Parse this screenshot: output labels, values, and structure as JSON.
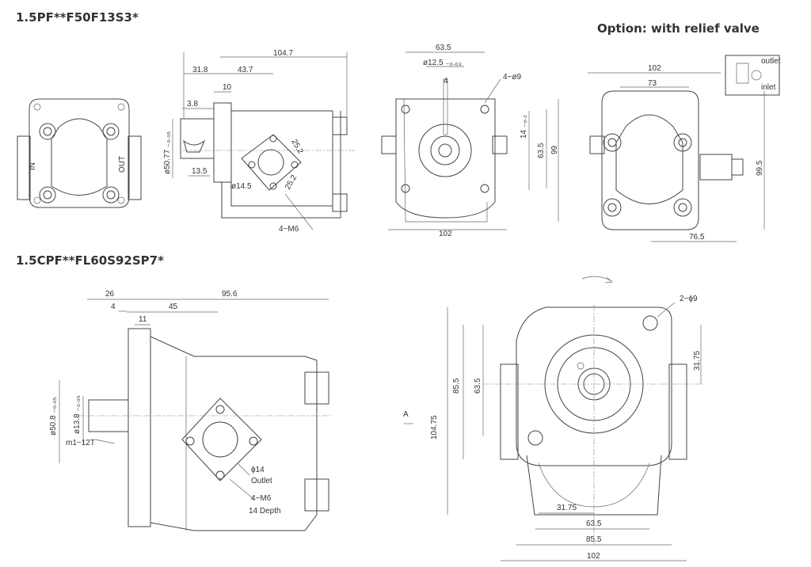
{
  "headings": {
    "model_top": "1.5PF**F50F13S3*",
    "model_bottom": "1.5CPF**FL60S92SP7*",
    "option": "Option: with relief valve"
  },
  "port_labels": {
    "inlet": "IN",
    "outlet": "OUT"
  },
  "top_side_view": {
    "d_overall": "104.7",
    "d_shaft_len": "31.8",
    "d_body_offset": "43.7",
    "d_flange": "10",
    "d_key": "3.8",
    "d_pilot": "ø50.77 ₋₀.₀₅",
    "d_key_len": "13.5",
    "d_port": "ø14.5",
    "d_bolt_1": "25.2",
    "d_bolt_2": "25.2",
    "d_thread": "4−M6"
  },
  "top_front_view": {
    "d_bolt_spacing": "63.5",
    "d_shaft": "ø12.5 ₋₀.₀₃",
    "d_key_w": "4",
    "d_holes": "4−ø9",
    "d_key_h": "14 ₋₀.₂",
    "d_vert_bolt": "63.5",
    "d_height": "99",
    "d_width": "102"
  },
  "top_relief_view": {
    "d_width": "102",
    "d_inner": "73",
    "d_height": "99.5",
    "d_offset": "76.5",
    "schematic_outlet": "outlet",
    "schematic_inlet": "inlet"
  },
  "bottom_side_view": {
    "d_shaft_len": "26",
    "d_key": "4",
    "d_overall": "95.6",
    "d_port_center": "45",
    "d_flange": "11",
    "d_pilot": "ø50.8 ₋₀.₀₅",
    "d_shaft": "ø13.8 ₋₀.₀₅",
    "d_spline": "m1−12T",
    "d_outlet": "ϕ14",
    "outlet_label": "Outlet",
    "d_thread": "4−M6",
    "depth_label": "14 Depth"
  },
  "bottom_front_view": {
    "d_holes": "2−ϕ9",
    "d_bolt_offset": "31.75",
    "d_height": "104.75",
    "d_h2": "85.5",
    "d_h3": "63.5",
    "view_label": "A",
    "d_w1": "31.75",
    "d_w2": "63.5",
    "d_w3": "85.5",
    "d_w4": "102"
  },
  "colors": {
    "line": "#444444",
    "text": "#333333",
    "heading": "#333333"
  }
}
